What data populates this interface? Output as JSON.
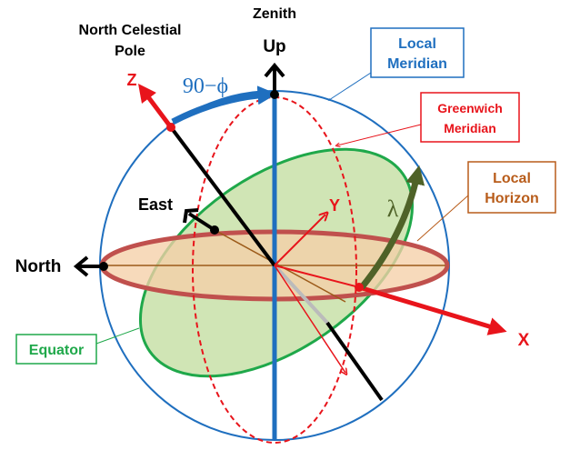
{
  "labels": {
    "zenith": "Zenith",
    "up": "Up",
    "north_celestial_pole_line1": "North Celestial",
    "north_celestial_pole_line2": "Pole",
    "z_axis": "Z",
    "angle_90_minus_phi": "90−ϕ",
    "east": "East",
    "north": "North",
    "y_axis": "Y",
    "x_axis": "X",
    "lambda": "λ"
  },
  "callouts": {
    "local_meridian_line1": "Local",
    "local_meridian_line2": "Meridian",
    "greenwich_meridian_line1": "Greenwich",
    "greenwich_meridian_line2": "Meridian",
    "local_horizon_line1": "Local",
    "local_horizon_line2": "Horizon",
    "equator": "Equator"
  },
  "colors": {
    "sphere_outline": "#1f6fbf",
    "local_meridian": "#1f6fbf",
    "greenwich_meridian": "#e8141b",
    "equator_stroke": "#1fa84a",
    "equator_fill": "#c8e0a8",
    "horizon_stroke": "#c0504d",
    "horizon_fill": "#f5cfa8",
    "axis_red": "#e8141b",
    "axis_black": "#000000",
    "lambda_arc": "#4f6228",
    "horizon_lines": "#9c5b1a",
    "local_horizon_box": "#b85c1a",
    "equator_box": "#1fa84a"
  }
}
